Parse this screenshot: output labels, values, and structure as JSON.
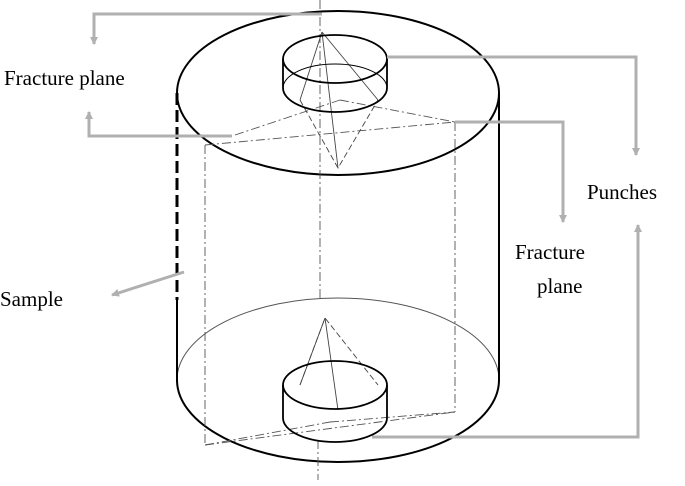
{
  "labels": {
    "fracture_plane_top": "Fracture plane",
    "punches": "Punches",
    "fracture_plane_right_line1": "Fracture",
    "fracture_plane_right_line2": "plane",
    "sample": "Sample"
  },
  "colors": {
    "outline": "#000000",
    "hidden_line": "#555555",
    "arrow": "#b0b0b0",
    "background": "#ffffff"
  }
}
